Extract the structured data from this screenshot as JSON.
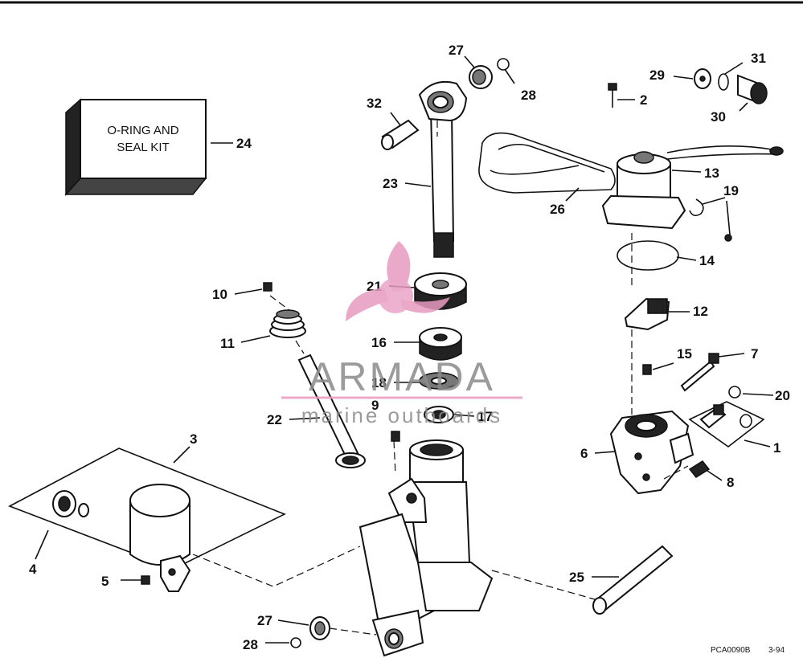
{
  "kit_box": {
    "line1": "O-RING AND",
    "line2": "SEAL KIT"
  },
  "callouts": {
    "c1": "1",
    "c2": "2",
    "c3": "3",
    "c4": "4",
    "c5": "5",
    "c6": "6",
    "c7": "7",
    "c8": "8",
    "c9": "9",
    "c10": "10",
    "c11": "11",
    "c12": "12",
    "c13": "13",
    "c14": "14",
    "c15": "15",
    "c16": "16",
    "c17": "17",
    "c18": "18",
    "c19": "19",
    "c20": "20",
    "c21": "21",
    "c22": "22",
    "c23": "23",
    "c24": "24",
    "c25": "25",
    "c26": "26",
    "c27a": "27",
    "c27b": "27",
    "c28a": "28",
    "c28b": "28",
    "c29": "29",
    "c30": "30",
    "c31": "31",
    "c32": "32"
  },
  "watermark": {
    "brand": "ARMADA",
    "tagline": "marine outboards",
    "colors": {
      "pink": "#e89bc0",
      "gray": "#8a8a8a"
    }
  },
  "figure_code": "PCA0090B",
  "figure_date": "3-94"
}
